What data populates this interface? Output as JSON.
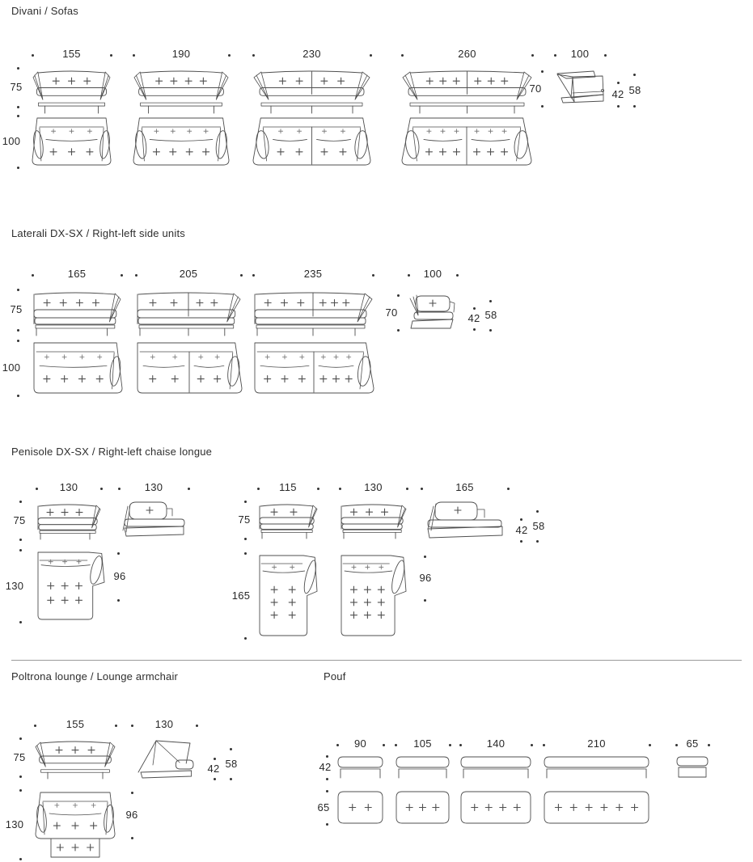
{
  "colors": {
    "background": "#ffffff",
    "line": "#4f4f4f",
    "line_light": "#6e6e6e",
    "text": "#282828",
    "divider": "#9a9a9a"
  },
  "sections": [
    {
      "title": "Divani / Sofas",
      "front_height_label": "75",
      "top_depth_label": "100",
      "side_view": {
        "width_label": "100",
        "height_label": "70",
        "seat_height_label": "42",
        "back_height_label": "58"
      },
      "units": [
        {
          "width_label": "155"
        },
        {
          "width_label": "190"
        },
        {
          "width_label": "230"
        },
        {
          "width_label": "260"
        }
      ]
    },
    {
      "title": "Laterali DX-SX / Right-left side units",
      "front_height_label": "75",
      "top_depth_label": "100",
      "side_view": {
        "width_label": "100",
        "height_label": "70",
        "seat_height_label": "42",
        "back_height_label": "58"
      },
      "units": [
        {
          "width_label": "165"
        },
        {
          "width_label": "205"
        },
        {
          "width_label": "235"
        }
      ]
    },
    {
      "title": "Penisole DX-SX / Right-left chaise longue",
      "groups": [
        {
          "front_height_label": "75",
          "top_depth_label": "130",
          "arm_depth_label": "96",
          "units": [
            {
              "width_label": "130"
            },
            {
              "width_label": "130"
            }
          ]
        },
        {
          "front_height_label": "75",
          "top_depth_label": "165",
          "arm_depth_label": "96",
          "seat_height_label": "42",
          "back_height_label": "58",
          "units": [
            {
              "width_label": "115"
            },
            {
              "width_label": "130"
            },
            {
              "width_label": "165"
            }
          ]
        }
      ]
    },
    {
      "title": "Poltrona lounge / Lounge armchair",
      "front_height_label": "75",
      "top_depth_label": "130",
      "arm_depth_label": "96",
      "seat_height_label": "42",
      "back_height_label": "58",
      "units": [
        {
          "width_label": "155"
        },
        {
          "width_label": "130"
        }
      ]
    },
    {
      "title": "Pouf",
      "height_label": "42",
      "top_depth_label": "65",
      "units": [
        {
          "width_label": "90"
        },
        {
          "width_label": "105"
        },
        {
          "width_label": "140"
        },
        {
          "width_label": "210"
        },
        {
          "width_label": "65"
        }
      ]
    }
  ]
}
